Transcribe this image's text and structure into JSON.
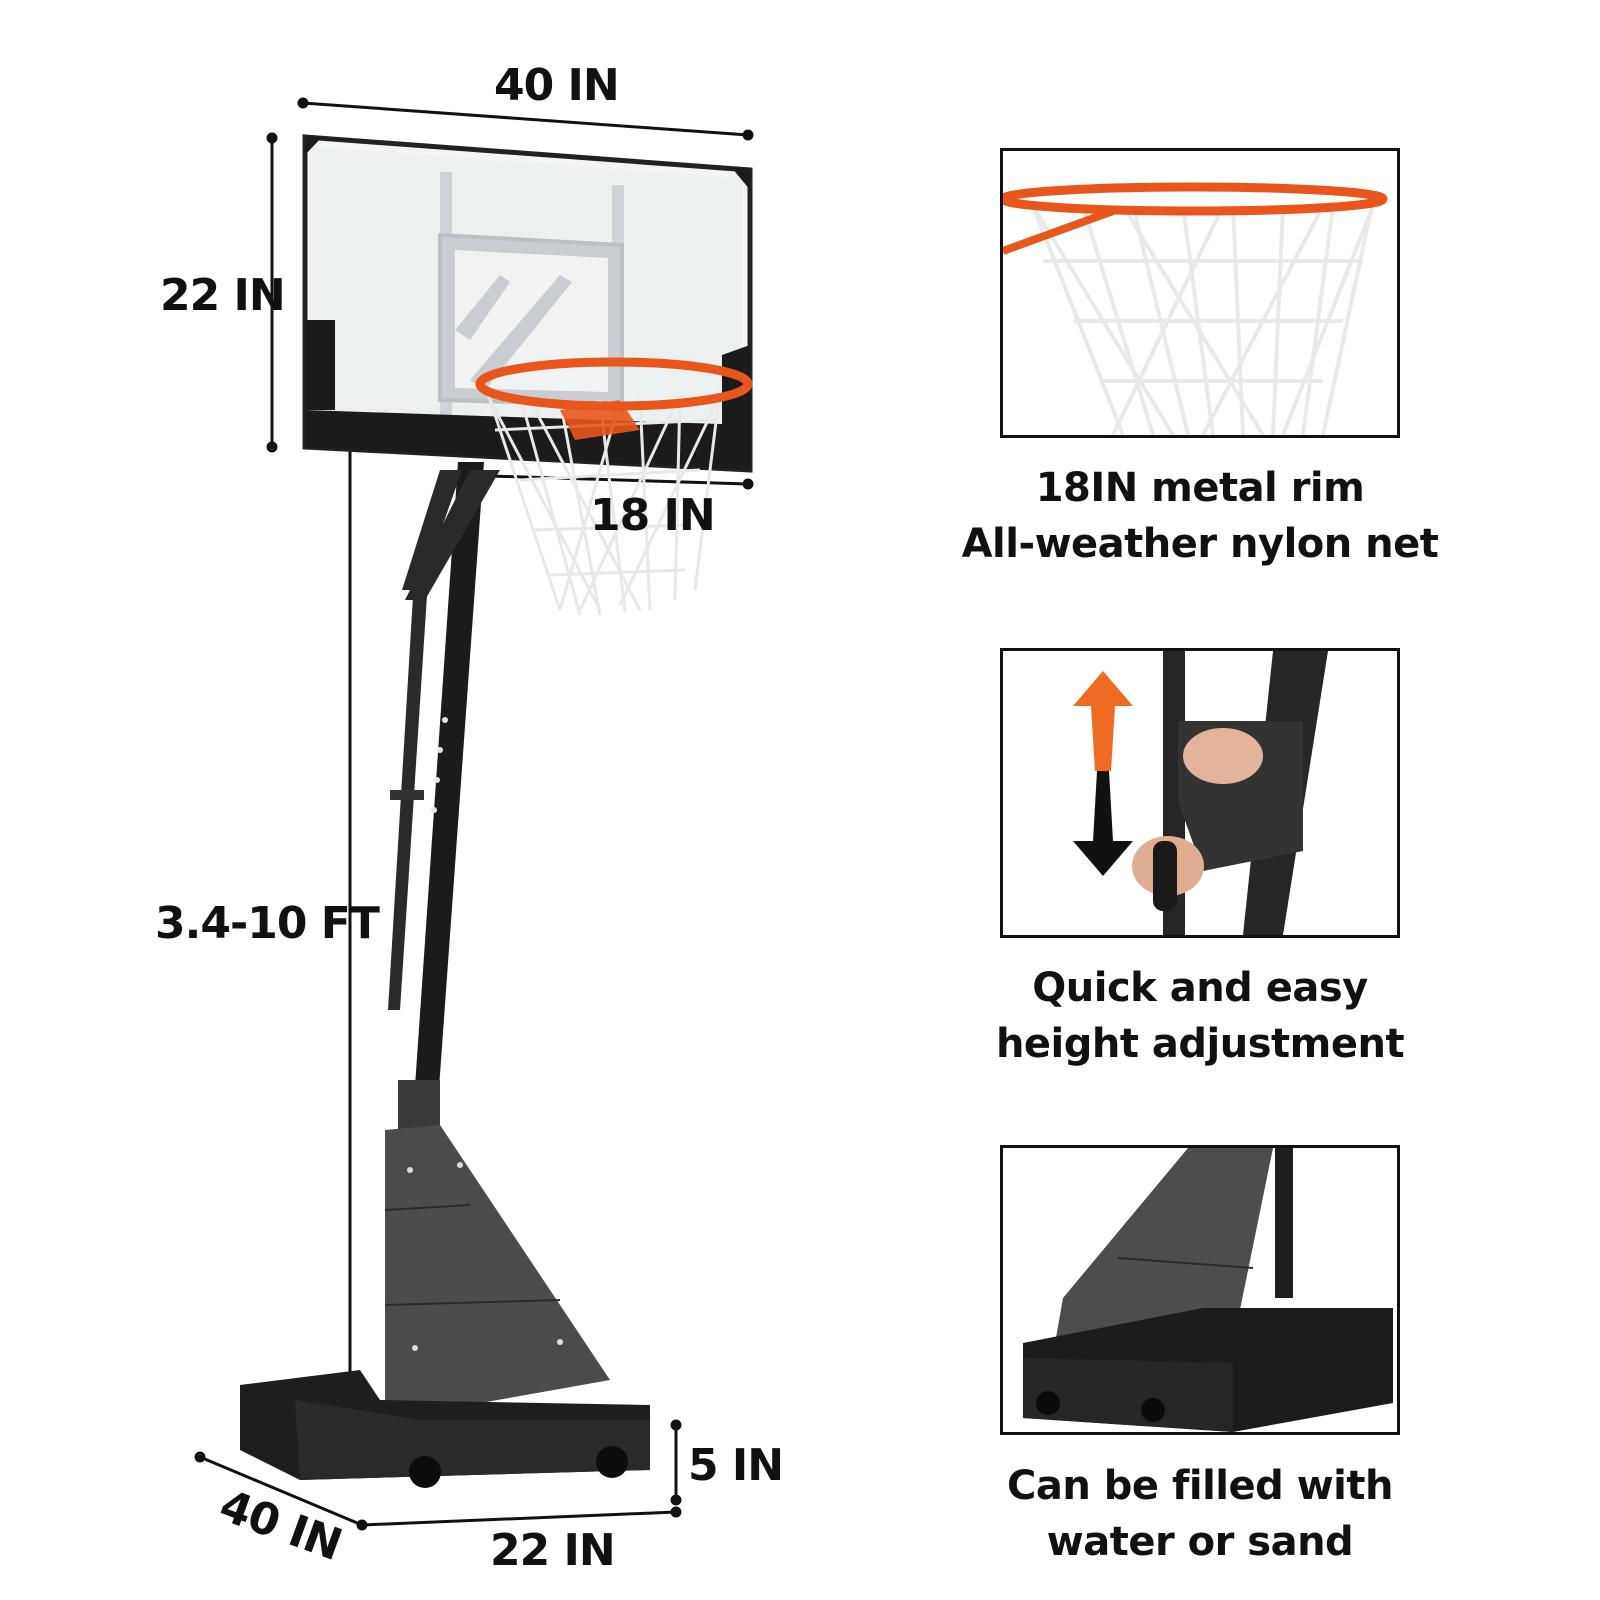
{
  "dimensions": {
    "backboard_width": "40 IN",
    "backboard_height": "22 IN",
    "rim_diameter": "18 IN",
    "height_range": "3.4-10 FT",
    "base_height": "5 IN",
    "base_depth": "40 IN",
    "base_width": "22 IN"
  },
  "features": [
    {
      "icon": "rim-net-photo",
      "line1": "18IN metal rim",
      "line2": "All-weather nylon net"
    },
    {
      "icon": "height-adjustment-photo",
      "line1": "Quick and easy",
      "line2": "height adjustment"
    },
    {
      "icon": "base-photo",
      "line1": "Can be filled with",
      "line2": "water or sand"
    }
  ],
  "colors": {
    "rim": "#e8561c",
    "frame": "#1b1b1b",
    "arrow_up": "#ef6a22",
    "net": "#f4f4f4"
  }
}
